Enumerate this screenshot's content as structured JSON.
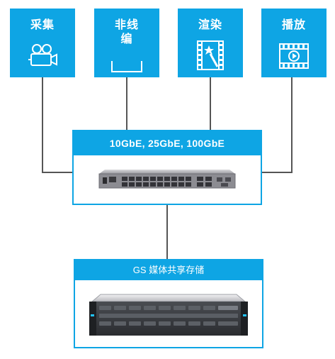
{
  "tiles": [
    {
      "id": "capture",
      "label": "采集",
      "icon": "video-camera-icon"
    },
    {
      "id": "edit",
      "label": "非线\n编",
      "icon": "edit-bracket-icon"
    },
    {
      "id": "render",
      "label": "渲染",
      "icon": "film-magic-wand-icon"
    },
    {
      "id": "playback",
      "label": "播放",
      "icon": "film-play-icon"
    }
  ],
  "switch": {
    "title": "10GbE, 25GbE, 100GbE",
    "icon": "network-switch-icon"
  },
  "storage": {
    "title": "GS 媒体共享存储",
    "icon": "storage-server-icon"
  },
  "colors": {
    "accent": "#0ea5e4",
    "connector": "#555555",
    "text_on_accent": "#ffffff"
  }
}
